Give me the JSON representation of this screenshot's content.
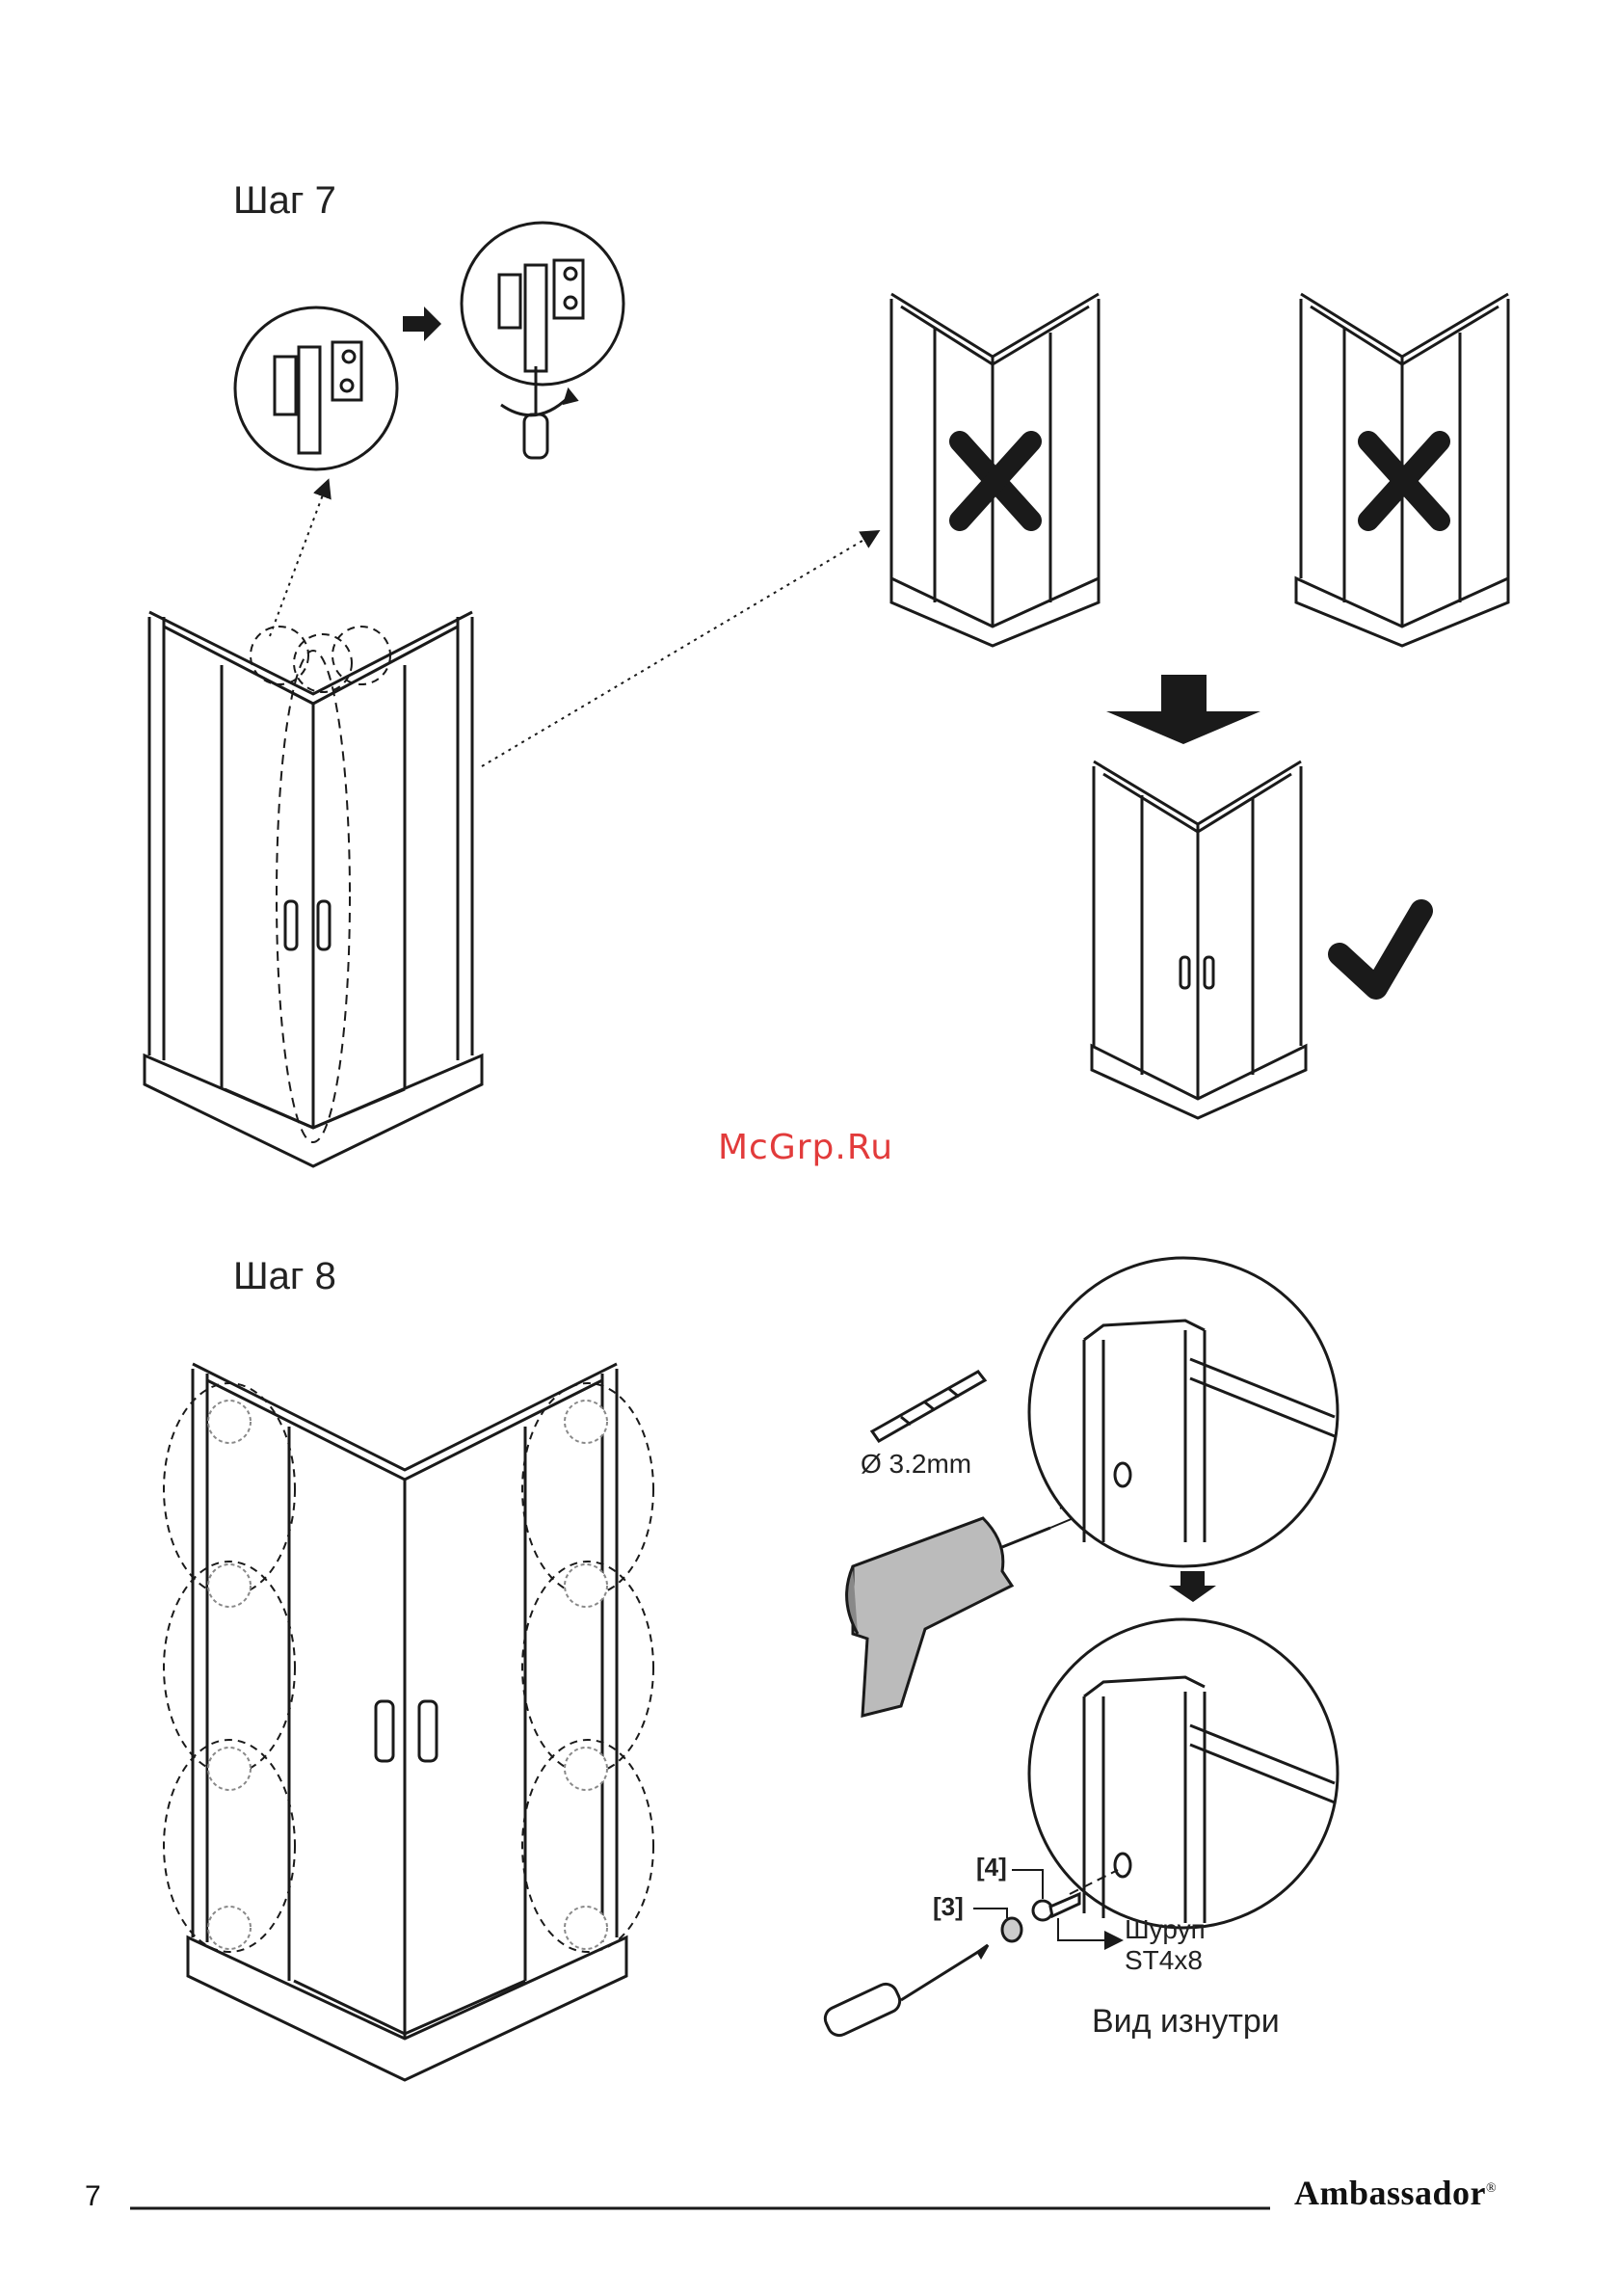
{
  "step7": {
    "title": "Шаг 7"
  },
  "step8": {
    "title": "Шаг 8"
  },
  "watermark": "McGrp.Ru",
  "drill_bit": {
    "label": "Ø 3.2mm"
  },
  "parts": {
    "part4": "[4]",
    "part3": "[3]"
  },
  "screw": {
    "name": "Шуруп",
    "size": "ST4x8"
  },
  "view_caption": "Вид изнутри",
  "footer": {
    "page_number": "7",
    "brand": "Ambassador",
    "brand_mark": "®"
  },
  "icons": [
    "arrow-right-icon",
    "arrow-down-icon",
    "cross-mark-icon",
    "check-mark-icon",
    "screwdriver-icon",
    "drill-icon",
    "drill-bit-icon",
    "screw-icon",
    "cap-icon"
  ],
  "colors": {
    "line": "#1a1a1a",
    "watermark": "#e23b3b",
    "background": "#ffffff"
  }
}
